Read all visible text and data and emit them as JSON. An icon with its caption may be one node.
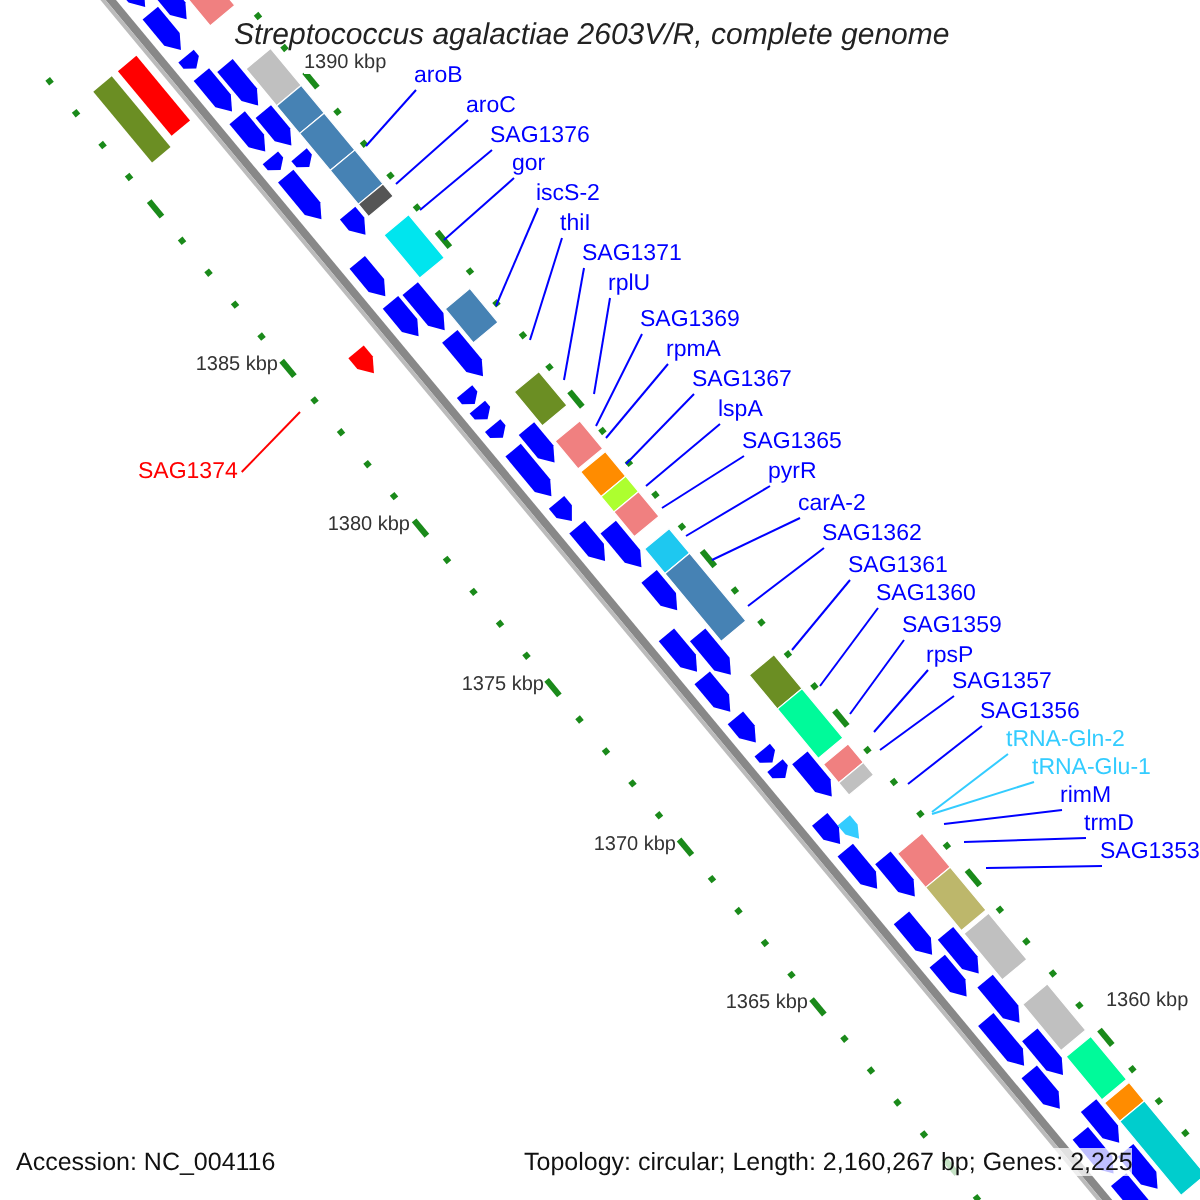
{
  "diagram": {
    "title": "Streptococcus agalactiae 2603V/R, complete genome",
    "nodes": [
      {
        "text": [
          "aroB"
        ]
      },
      {
        "text": [
          "aroC"
        ]
      },
      {
        "text": [
          "SAG1376"
        ]
      },
      {
        "text": [
          "gor"
        ]
      },
      {
        "text": [
          "iscS-2"
        ]
      },
      {
        "text": [
          "thiI"
        ]
      },
      {
        "text": [
          "SAG1371"
        ]
      },
      {
        "text": [
          "rplU"
        ]
      },
      {
        "text": [
          "SAG1369"
        ]
      },
      {
        "text": [
          "rpmA"
        ]
      },
      {
        "text": [
          "SAG1367"
        ]
      },
      {
        "text": [
          "lspA"
        ]
      },
      {
        "text": [
          "SAG1365"
        ]
      },
      {
        "text": [
          "pyrR"
        ]
      },
      {
        "text": [
          "carA-2"
        ]
      },
      {
        "text": [
          "SAG1362"
        ]
      },
      {
        "text": [
          "SAG1361"
        ]
      },
      {
        "text": [
          "SAG1360"
        ]
      },
      {
        "text": [
          "SAG1359"
        ]
      },
      {
        "text": [
          "rpsP"
        ]
      },
      {
        "text": [
          "SAG1357"
        ]
      },
      {
        "text": [
          "SAG1356"
        ]
      },
      {
        "text": [
          "tRNA-Gln-2"
        ]
      },
      {
        "text": [
          "tRNA-Glu-1"
        ]
      },
      {
        "text": [
          "rimM"
        ]
      },
      {
        "text": [
          "trmD"
        ]
      },
      {
        "text": [
          "SAG1353"
        ]
      },
      {
        "text": [
          "SAG1374"
        ]
      }
    ],
    "edges": [
      {
        "from": 0,
        "to": null,
        "arrow": "none"
      },
      {
        "from": 1,
        "to": null,
        "arrow": "none"
      },
      {
        "from": 2,
        "to": null,
        "arrow": "none"
      },
      {
        "from": 3,
        "to": null,
        "arrow": "none"
      },
      {
        "from": 4,
        "to": null,
        "arrow": "none"
      },
      {
        "from": 5,
        "to": null,
        "arrow": "none"
      },
      {
        "from": 6,
        "to": null,
        "arrow": "none"
      },
      {
        "from": 7,
        "to": null,
        "arrow": "none"
      },
      {
        "from": 8,
        "to": null,
        "arrow": "none"
      },
      {
        "from": 9,
        "to": null,
        "arrow": "none"
      },
      {
        "from": 10,
        "to": null,
        "arrow": "none"
      },
      {
        "from": 11,
        "to": null,
        "arrow": "none"
      },
      {
        "from": 12,
        "to": null,
        "arrow": "none"
      },
      {
        "from": 13,
        "to": null,
        "arrow": "none"
      },
      {
        "from": 14,
        "to": null,
        "arrow": "none"
      },
      {
        "from": 15,
        "to": null,
        "arrow": "none"
      },
      {
        "from": 16,
        "to": null,
        "arrow": "none"
      },
      {
        "from": 17,
        "to": null,
        "arrow": "none"
      },
      {
        "from": 18,
        "to": null,
        "arrow": "none"
      },
      {
        "from": 19,
        "to": null,
        "arrow": "none"
      },
      {
        "from": 20,
        "to": null,
        "arrow": "none"
      },
      {
        "from": 21,
        "to": null,
        "arrow": "none"
      },
      {
        "from": 22,
        "to": null,
        "arrow": "none",
        "color": "#33ccff"
      },
      {
        "from": 23,
        "to": null,
        "arrow": "none",
        "color": "#33ccff"
      },
      {
        "from": 24,
        "to": null,
        "arrow": "none"
      },
      {
        "from": 25,
        "to": null,
        "arrow": "none"
      },
      {
        "from": 26,
        "to": null,
        "arrow": "none"
      },
      {
        "from": 27,
        "to": null,
        "arrow": "none",
        "color": "#ff0000"
      }
    ],
    "labels": [
      "1390 kbp",
      "1385 kbp",
      "1380 kbp",
      "1375 kbp",
      "1370 kbp",
      "1365 kbp",
      "1360 kbp",
      "Accession: NC_004116",
      "Topology: circular; Length: 2,160,267 bp; Genes: 2,225"
    ]
  }
}
